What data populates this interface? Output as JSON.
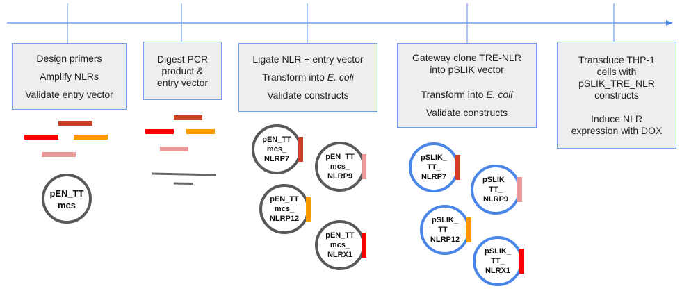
{
  "timeline": {
    "color": "#6d9eeb",
    "arrow_icon": "arrow-right-icon"
  },
  "steps": [
    {
      "lines": [
        "Design primers",
        "Amplify NLRs",
        "Validate entry vector"
      ]
    },
    {
      "lines": [
        "Digest PCR",
        "product &",
        "entry vector"
      ]
    },
    {
      "lines": [
        "Ligate NLR + entry vector",
        "Transform into ",
        "Validate constructs"
      ],
      "italic_suffix": "E. coli"
    },
    {
      "lines": [
        "Gateway clone TRE-NLR",
        "into pSLIK vector",
        "Transform into ",
        "Validate constructs"
      ],
      "italic_suffix": "E. coli"
    },
    {
      "lines": [
        "Transduce THP-1",
        "cells with",
        "pSLIK_TRE_NLR",
        "constructs",
        "Induce NLR",
        "expression with DOX"
      ]
    }
  ],
  "colors": {
    "nlrp7": "#cc4125",
    "nlrx1": "#ff0000",
    "nlrp12": "#ff9900",
    "nlrp9": "#ea9999",
    "vector_gray": "#666666",
    "entry_ring": "#595959",
    "pslik_ring": "#4a86e8",
    "box_fill": "#eeeeee",
    "box_border": "#6d9eeb"
  },
  "entry_vector": {
    "label_lines": [
      "pEN_TT",
      "mcs"
    ]
  },
  "entry_constructs": [
    {
      "name": "NLRP7",
      "label_lines": [
        "pEN_TT",
        "mcs_",
        "NLRP7"
      ]
    },
    {
      "name": "NLRP9",
      "label_lines": [
        "pEN_TT",
        "mcs_",
        "NLRP9"
      ]
    },
    {
      "name": "NLRP12",
      "label_lines": [
        "pEN_TT",
        "mcs_",
        "NLRP12"
      ]
    },
    {
      "name": "NLRX1",
      "label_lines": [
        "pEN_TT",
        "mcs_",
        "NLRX1"
      ]
    }
  ],
  "pslik_constructs": [
    {
      "name": "NLRP7",
      "label_lines": [
        "pSLIK_",
        "TT_",
        "NLRP7"
      ]
    },
    {
      "name": "NLRP9",
      "label_lines": [
        "pSLIK_",
        "TT_",
        "NLRP9"
      ]
    },
    {
      "name": "NLRP12",
      "label_lines": [
        "pSLIK_",
        "TT_",
        "NLRP12"
      ]
    },
    {
      "name": "NLRX1",
      "label_lines": [
        "pSLIK_",
        "TT_",
        "NLRX1"
      ]
    }
  ]
}
